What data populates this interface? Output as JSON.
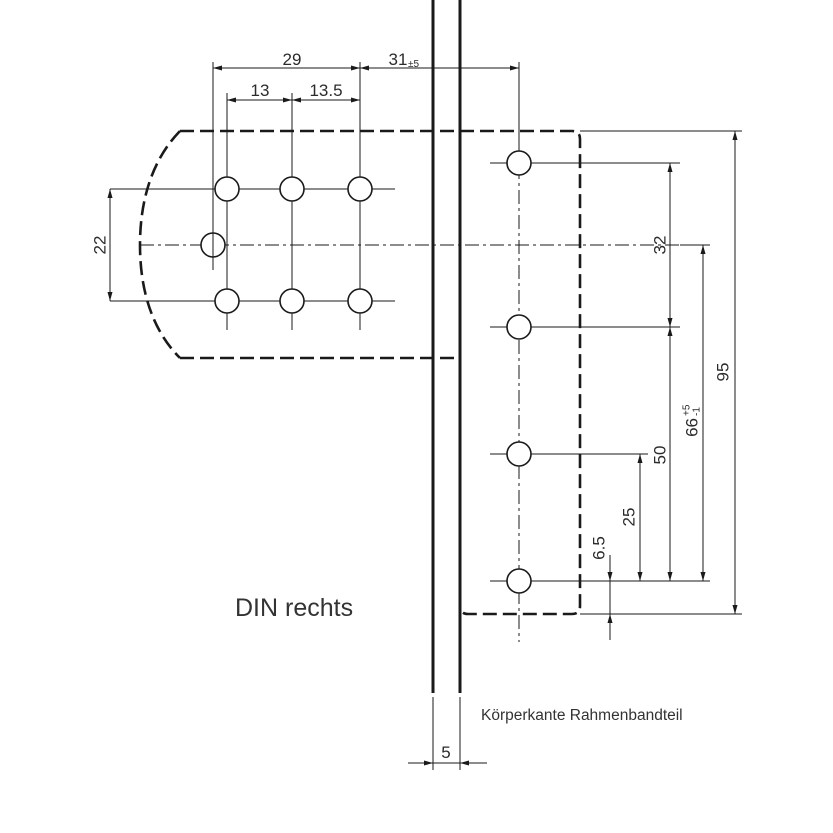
{
  "labels": {
    "dim_29": "29",
    "dim_31": "31",
    "dim_31_tol": "±5",
    "dim_13": "13",
    "dim_13_5": "13.5",
    "dim_22": "22",
    "dim_32": "32",
    "dim_95": "95",
    "dim_66": "66",
    "dim_66_upper": "+5",
    "dim_66_lower": "-1",
    "dim_50": "50",
    "dim_25": "25",
    "dim_6_5": "6.5",
    "dim_5": "5",
    "side": "DIN rechts",
    "edge_note": "Körperkante Rahmenbandteil"
  },
  "colors": {
    "ink": "#1a1a1a",
    "text": "#2b2b2b",
    "background": "#ffffff"
  }
}
